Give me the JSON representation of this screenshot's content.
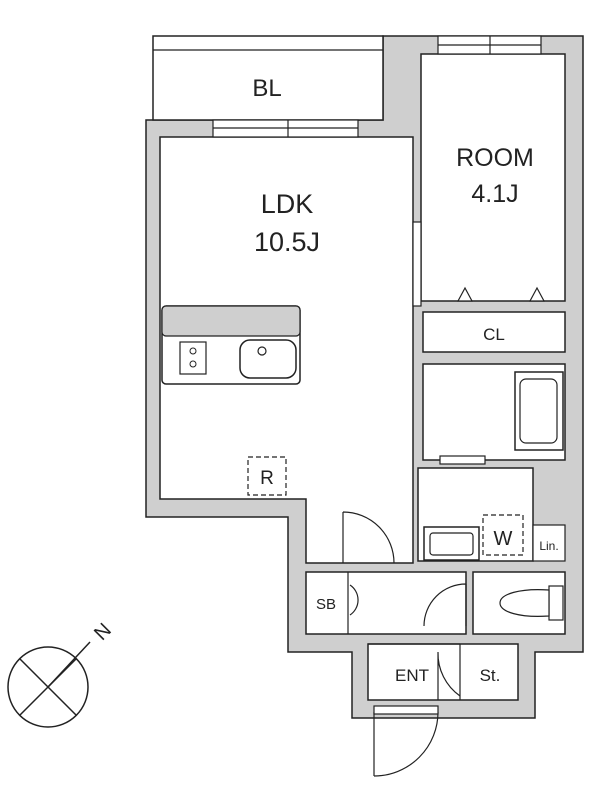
{
  "rooms": {
    "bl": {
      "label": "BL"
    },
    "room": {
      "label": "ROOM",
      "size": "4.1J"
    },
    "ldk": {
      "label": "LDK",
      "size": "10.5J"
    },
    "cl": {
      "label": "CL"
    },
    "r": {
      "label": "R"
    },
    "w": {
      "label": "W"
    },
    "lin": {
      "label": "Lin."
    },
    "sb": {
      "label": "SB"
    },
    "ent": {
      "label": "ENT"
    },
    "st": {
      "label": "St."
    }
  },
  "compass": {
    "label": "N"
  },
  "colors": {
    "wall": "#cfcfcf",
    "line": "#222222",
    "background": "#ffffff"
  }
}
